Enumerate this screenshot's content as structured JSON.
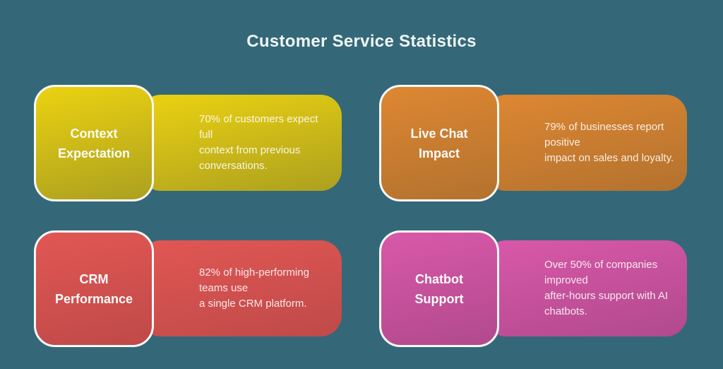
{
  "title": "Customer Service Statistics",
  "theme": {
    "background_color": "#346879",
    "title_color": "#f0f6f6",
    "label_text_color": "#fbfcfa",
    "description_text_color": "rgba(255,255,255,0.87)",
    "label_border_color": "#f7f9f6"
  },
  "cards": [
    {
      "id": "context-expectation",
      "label": "Context\nExpectation",
      "description": "70% of customers expect full\ncontext from previous\nconversations.",
      "gradient_top": "#ecd211",
      "gradient_bottom": "#aca01f"
    },
    {
      "id": "live-chat-impact",
      "label": "Live Chat\nImpact",
      "description": "79% of businesses report positive\nimpact on sales and loyalty.",
      "gradient_top": "#de8732",
      "gradient_bottom": "#b3722e"
    },
    {
      "id": "crm-performance",
      "label": "CRM\nPerformance",
      "description": "82% of high-performing teams use\na single CRM platform.",
      "gradient_top": "#e15754",
      "gradient_bottom": "#bf4a49"
    },
    {
      "id": "chatbot-support",
      "label": "Chatbot\nSupport",
      "description": "Over 50% of companies improved\nafter-hours support with AI\nchatbots.",
      "gradient_top": "#d958a9",
      "gradient_bottom": "#b14a8d"
    }
  ]
}
